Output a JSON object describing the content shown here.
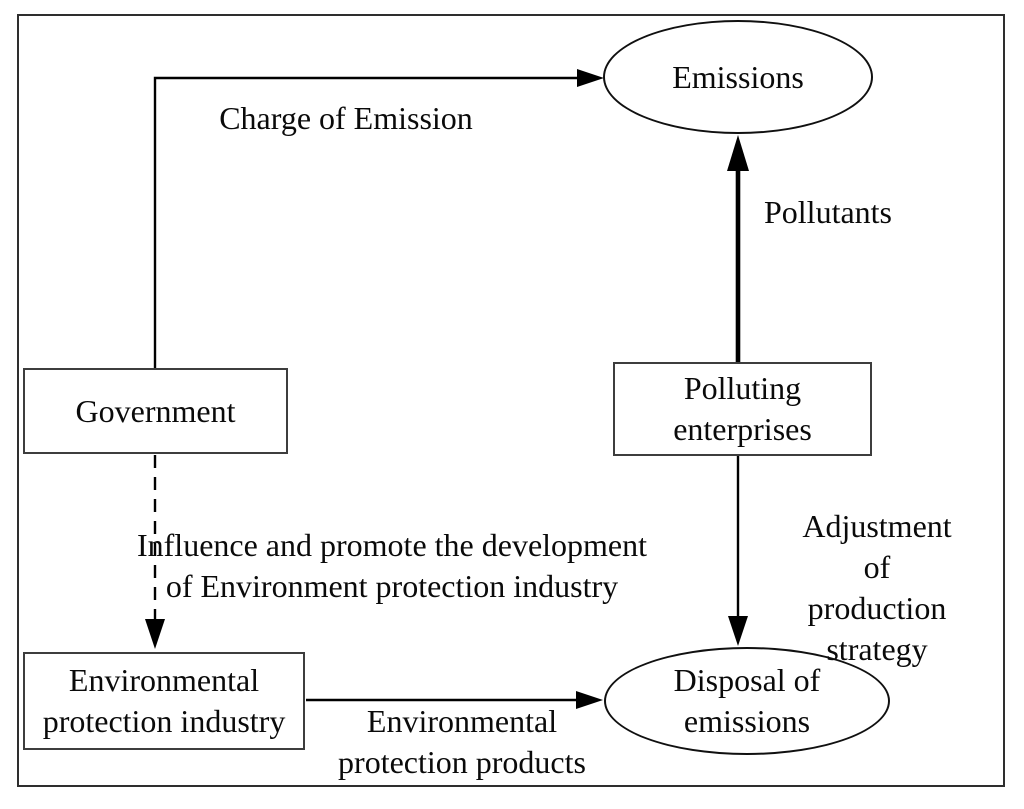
{
  "figure": {
    "background_color": "#ffffff",
    "line_color": "#000000",
    "border_color": "#2e2e2e"
  },
  "nodes": {
    "government": {
      "label": "Government",
      "shape": "rect"
    },
    "polluting_enterprises": {
      "label": "Polluting\nenterprises",
      "shape": "rect"
    },
    "environmental_protection_industry": {
      "label": "Environmental\nprotection industry",
      "shape": "rect"
    },
    "emissions": {
      "label": "Emissions",
      "shape": "ellipse"
    },
    "disposal_of_emissions": {
      "label": "Disposal of\nemissions",
      "shape": "ellipse"
    }
  },
  "edges": [
    {
      "from": "government",
      "to": "emissions",
      "style": "solid-elbow",
      "label": "Charge of Emission"
    },
    {
      "from": "polluting_enterprises",
      "to": "emissions",
      "style": "bold",
      "label": "Pollutants"
    },
    {
      "from": "government",
      "to": "environmental_protection_industry",
      "style": "dashed",
      "label": "Influence and promote the development\nof Environment protection industry"
    },
    {
      "from": "polluting_enterprises",
      "to": "disposal_of_emissions",
      "style": "solid",
      "label": "Adjustment of\nproduction strategy"
    },
    {
      "from": "environmental_protection_industry",
      "to": "disposal_of_emissions",
      "style": "solid",
      "label": "Environmental\nprotection products"
    }
  ]
}
